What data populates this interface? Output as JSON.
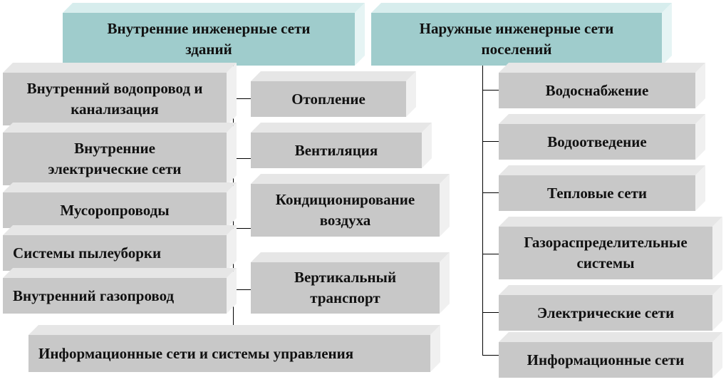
{
  "top": {
    "internal": "Внутренние инженерные сети зданий",
    "external": "Наружные инженерные сети поселений"
  },
  "internal_left": [
    "Внутренний водопровод и канализация",
    "Внутренние электрические сети",
    "Мусоропроводы",
    "Системы пылеуборки",
    "Внутренний газопровод"
  ],
  "internal_right": [
    "Отопление",
    "Вентиляция",
    "Кондиционирование воздуха",
    "Вертикальный транспорт"
  ],
  "internal_bottom": "Информационные сети и системы управления",
  "external_items": [
    "Водоснабжение",
    "Водоотведение",
    "Тепловые сети",
    "Газораспределительные системы",
    "Электрические сети",
    "Информационные сети"
  ],
  "colors": {
    "header": "#9fcccc",
    "box": "#c8c8c8"
  }
}
